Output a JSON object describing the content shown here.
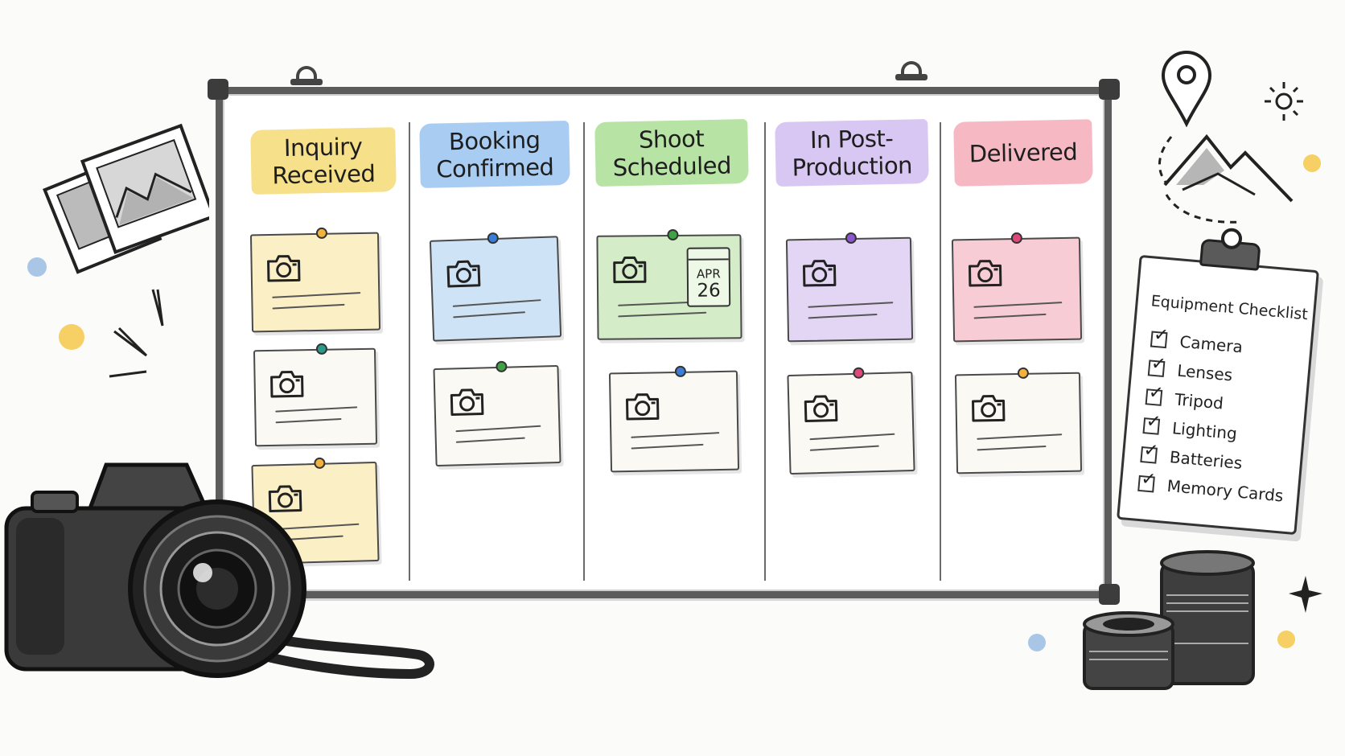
{
  "columns": [
    {
      "title_line1": "Inquiry",
      "title_line2": "Received",
      "color": "#f7e08a"
    },
    {
      "title_line1": "Booking",
      "title_line2": "Confirmed",
      "color": "#a9cdf2"
    },
    {
      "title_line1": "Shoot",
      "title_line2": "Scheduled",
      "color": "#b7e3a4"
    },
    {
      "title_line1": "In Post-",
      "title_line2": "Production",
      "color": "#d8c6f3"
    },
    {
      "title_line1": "Delivered",
      "title_line2": "",
      "color": "#f6b9c3"
    }
  ],
  "calendar": {
    "month": "APR",
    "day": "26"
  },
  "checklist": {
    "title": "Equipment Checklist",
    "items": [
      "Camera",
      "Lenses",
      "Tripod",
      "Lighting",
      "Batteries",
      "Memory Cards"
    ]
  },
  "icons": [
    "camera-icon",
    "calendar-icon",
    "photo-icon",
    "map-pin-icon",
    "mountain-icon",
    "sun-icon",
    "sparkle-icon",
    "lens-icon"
  ],
  "colors": {
    "note_yellow": "#fbefc6",
    "note_blue": "#cfe3f7",
    "note_green": "#d5ecc8",
    "note_purple": "#e2d6f4",
    "note_pink": "#f8ccd4",
    "note_blank": "#fbf9f3",
    "pin_orange": "#f2b23c",
    "pin_blue": "#3b7ed8",
    "pin_green": "#3fa346",
    "pin_purple": "#8e57d2",
    "pin_pink": "#e0477a",
    "pin_teal": "#2a9a8a"
  }
}
